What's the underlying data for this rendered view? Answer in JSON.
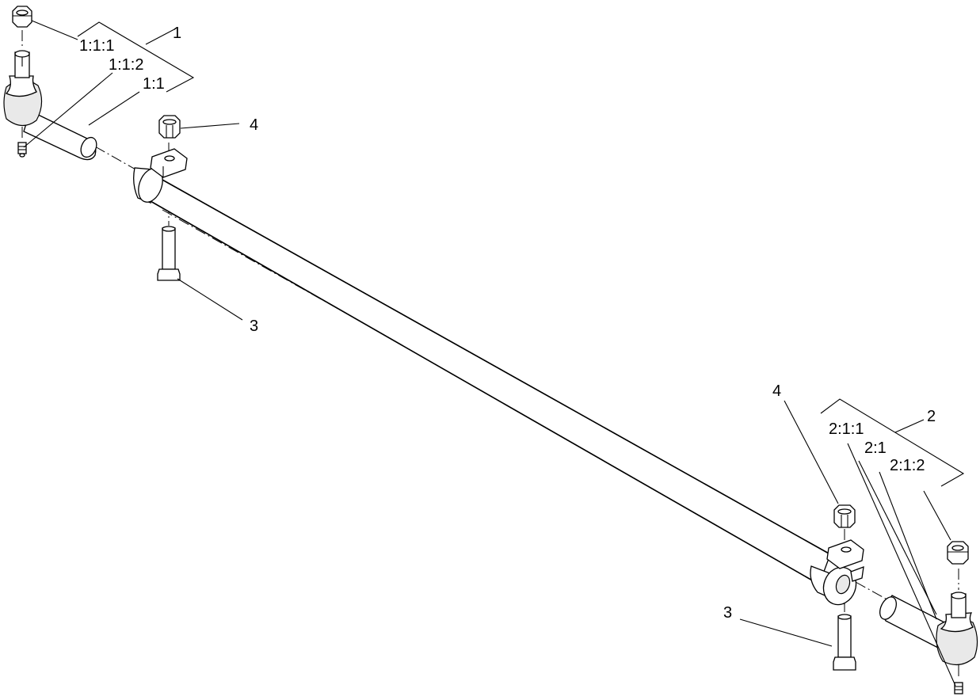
{
  "callouts": {
    "assembly_1": "1",
    "part_1_1_1": "1:1:1",
    "part_1_1_2": "1:1:2",
    "part_1_1": "1:1",
    "nut_upper": "4",
    "bolt_upper": "3",
    "nut_lower": "4",
    "bolt_lower": "3",
    "assembly_2": "2",
    "part_2_1_1": "2:1:1",
    "part_2_1": "2:1",
    "part_2_1_2": "2:1:2"
  }
}
